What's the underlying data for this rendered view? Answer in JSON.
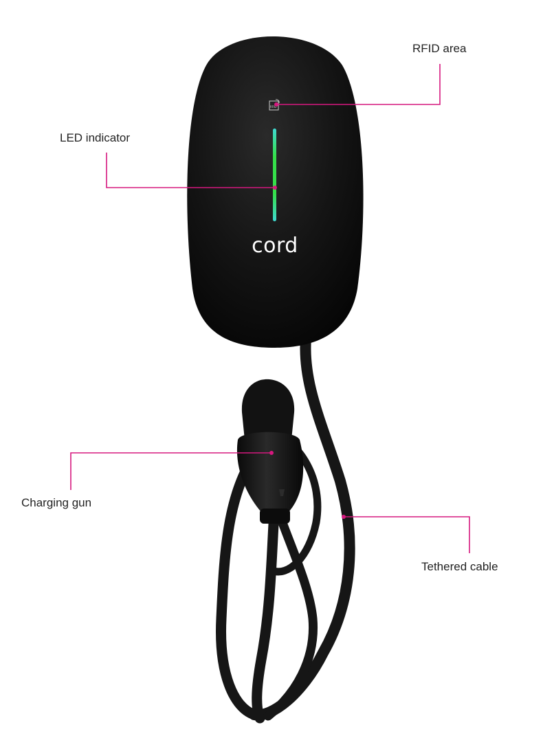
{
  "product": {
    "brand": "cord",
    "rfid_icon_text": "RFID"
  },
  "callouts": [
    {
      "id": "rfid",
      "label": "RFID area"
    },
    {
      "id": "led",
      "label": "LED indicator"
    },
    {
      "id": "gun",
      "label": "Charging gun"
    },
    {
      "id": "cable",
      "label": "Tethered cable"
    }
  ],
  "colors": {
    "callout_line": "#d6187f",
    "body": "#101010",
    "cable": "#161616",
    "led_green": "#35e04a",
    "led_cyan": "#3fd9d2",
    "background": "#ffffff"
  }
}
